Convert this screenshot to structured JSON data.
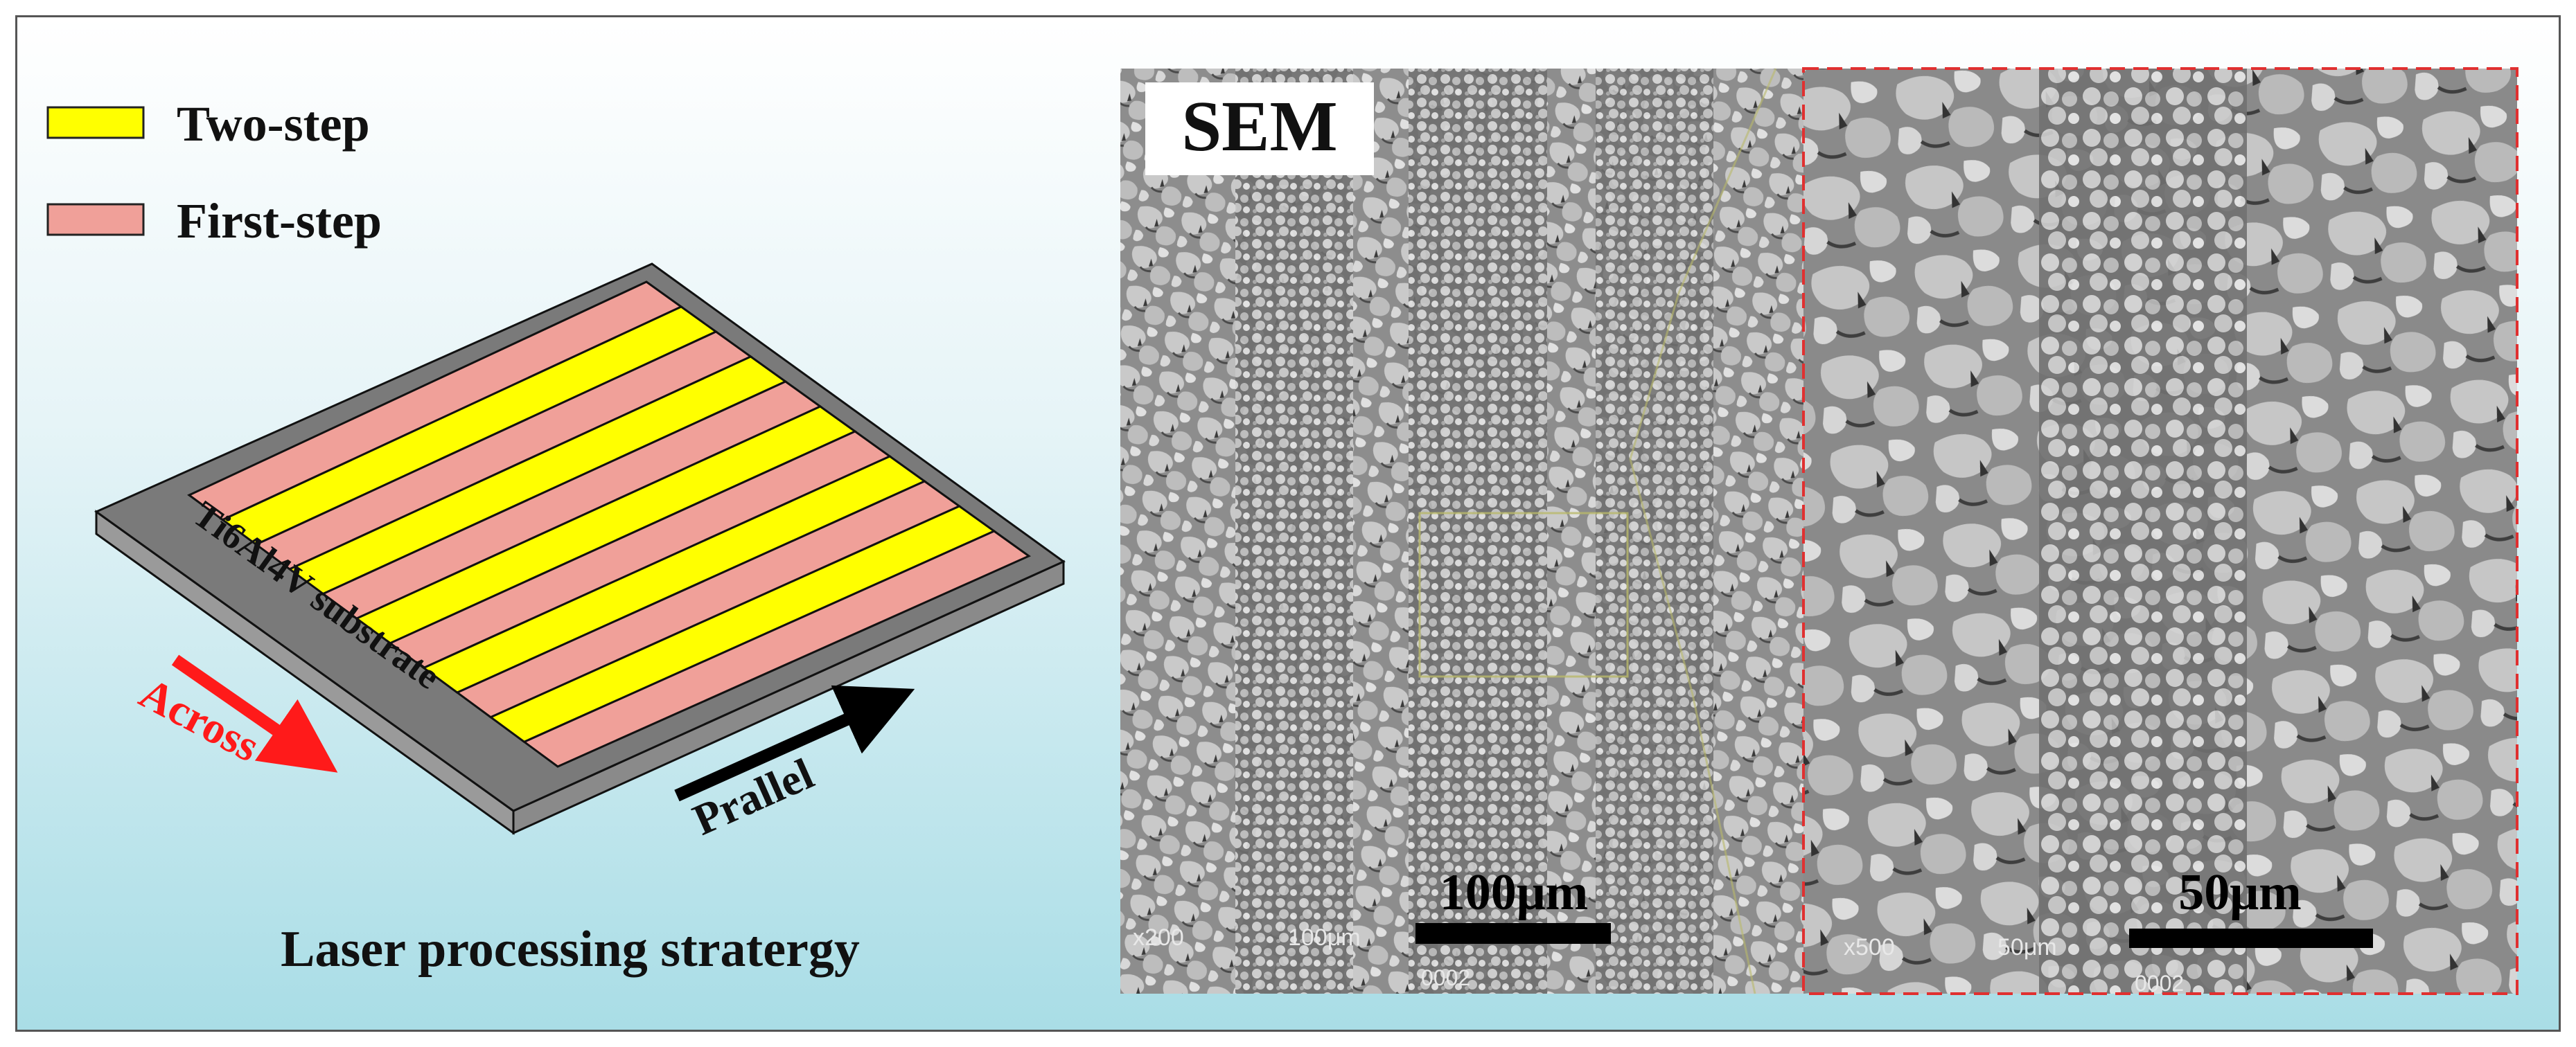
{
  "legend": {
    "items": [
      {
        "label": "Two-step",
        "color": "#ffff00"
      },
      {
        "label": "First-step",
        "color": "#f0a099"
      }
    ]
  },
  "diagram": {
    "substrate_label": "Ti6Al4V substrate",
    "across_label": "Across",
    "parallel_label": "Prallel",
    "caption": "Laser processing stratergy",
    "colors": {
      "substrate": "#7a7a7a",
      "substrate_side": "#9a9a9a",
      "two_step": "#ffff00",
      "first_step": "#f0a099",
      "across_arrow": "#ff1a1a",
      "parallel_arrow": "#000000"
    }
  },
  "sem": {
    "badge": "SEM",
    "left_panel": {
      "scale_label": "100μm",
      "overlay_mag": "x200",
      "overlay_scale": "100μm",
      "overlay_id": "0002"
    },
    "right_panel": {
      "scale_label": "50μm",
      "overlay_mag": "x500",
      "overlay_scale": "50μm",
      "overlay_id": "0002"
    },
    "colors": {
      "zoom_box": "#e03030",
      "selection_box": "#b9b96a"
    }
  }
}
